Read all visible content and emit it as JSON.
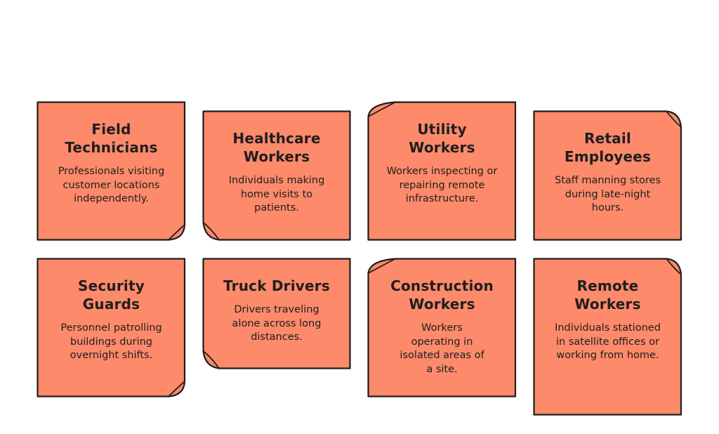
{
  "colors": {
    "note_fill": "#fd8a6b",
    "note_stroke": "#1e1e1e",
    "text": "#1e1e1e",
    "background": "#ffffff"
  },
  "notes": [
    {
      "title": "Field Technicians",
      "description": "Professionals visiting customer locations independently."
    },
    {
      "title": "Healthcare Workers",
      "description": "Individuals making home visits to patients."
    },
    {
      "title": "Utility Workers",
      "description": "Workers inspecting or repairing remote infrastructure."
    },
    {
      "title": "Retail Employees",
      "description": "Staff manning stores during late-night hours."
    },
    {
      "title": "Security Guards",
      "description": "Personnel patrolling buildings during overnight shifts."
    },
    {
      "title": "Truck Drivers",
      "description": "Drivers traveling alone across long distances."
    },
    {
      "title": "Construction Workers",
      "description": "Workers operating in isolated areas of a site."
    },
    {
      "title": "Remote Workers",
      "description": "Individuals stationed in satellite offices or working from home."
    }
  ]
}
